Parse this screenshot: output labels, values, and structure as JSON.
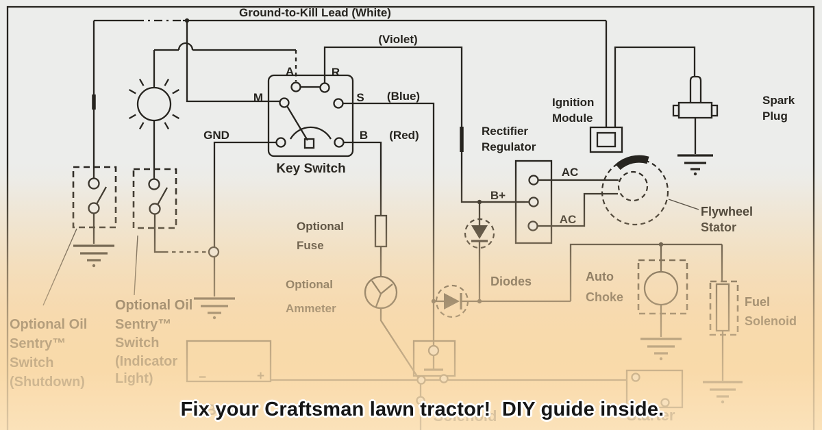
{
  "banner": {
    "text": "Fix your Craftsman lawn tractor!  DIY guide inside."
  },
  "colors": {
    "background_top": "#ECEDEB",
    "background_bottom": "#F8D9A8",
    "line": "#26241F",
    "banner_text": "#161616",
    "banner_outline": "#FFFFFF"
  },
  "diagram": {
    "wires": {
      "kill_lead": "Ground-to-Kill Lead (White)",
      "violet": "(Violet)",
      "blue": "(Blue)",
      "red": "(Red)"
    },
    "key_switch": {
      "title": "Key Switch",
      "a": "A",
      "r": "R",
      "m": "M",
      "s": "S",
      "gnd": "GND",
      "b": "B"
    },
    "rectifier": {
      "line1": "Rectifier",
      "line2": "Regulator",
      "ac_top": "AC",
      "b_plus": "B+",
      "ac_bottom": "AC"
    },
    "ignition_module": {
      "line1": "Ignition",
      "line2": "Module"
    },
    "spark_plug": {
      "line1": "Spark",
      "line2": "Plug"
    },
    "flywheel_stator": {
      "line1": "Flywheel",
      "line2": "Stator"
    },
    "diodes": {
      "label": "Diodes"
    },
    "auto_choke": {
      "line1": "Auto",
      "line2": "Choke"
    },
    "fuel_solenoid": {
      "line1": "Fuel",
      "line2": "Solenoid"
    },
    "optional_fuse": {
      "line1": "Optional",
      "line2": "Fuse"
    },
    "optional_ammeter": {
      "line1": "Optional",
      "line2": "Ammeter"
    },
    "oil_sentry_shutdown": {
      "lines": [
        "Optional Oil",
        "Sentry™",
        "Switch",
        "(Shutdown)"
      ]
    },
    "oil_sentry_indicator": {
      "lines": [
        "Optional Oil",
        "Sentry™",
        "Switch",
        "(Indicator",
        "Light)"
      ]
    },
    "battery": {
      "label": "Battery",
      "minus": "−",
      "plus": "+"
    },
    "solenoid": {
      "label": "Solenoid"
    },
    "starter": {
      "label": "Starter"
    }
  }
}
